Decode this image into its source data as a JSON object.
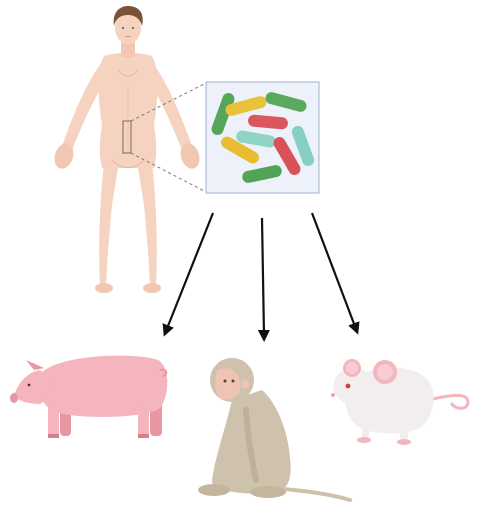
{
  "figure": {
    "source": {
      "figure": "human-figure",
      "sample_region": "abdomen",
      "microbiota_icon": "bacteria-inset-icon",
      "bacteria": [
        {
          "shape": "rod",
          "color": "#56a65a"
        },
        {
          "shape": "rod",
          "color": "#e9c23a"
        },
        {
          "shape": "rod",
          "color": "#5aa95e"
        },
        {
          "shape": "rod",
          "color": "#d9575d"
        },
        {
          "shape": "rod",
          "color": "#8fd3c7"
        },
        {
          "shape": "rod",
          "color": "#88cfc3"
        },
        {
          "shape": "rod",
          "color": "#e8bd34"
        },
        {
          "shape": "rod",
          "color": "#d8525a"
        },
        {
          "shape": "rod",
          "color": "#53a357"
        }
      ]
    },
    "targets": [
      {
        "name": "pig-icon"
      },
      {
        "name": "monkey-icon"
      },
      {
        "name": "mouse-icon"
      }
    ],
    "arrow_count": 3
  },
  "colors": {
    "skin": "#f6d3c0",
    "skin_shade": "#ecbaa3",
    "hair": "#7a5238",
    "inset_bg": "#edf2fa",
    "inset_border": "#9fb3cf",
    "arrow": "#111111",
    "pig": "#f4b5bd",
    "pig_shade": "#e896a2",
    "monkey": "#cfc2ad",
    "monkey_face": "#f0c4b4",
    "mouse": "#f2eeee",
    "mouse_ear": "#f3b6be"
  }
}
